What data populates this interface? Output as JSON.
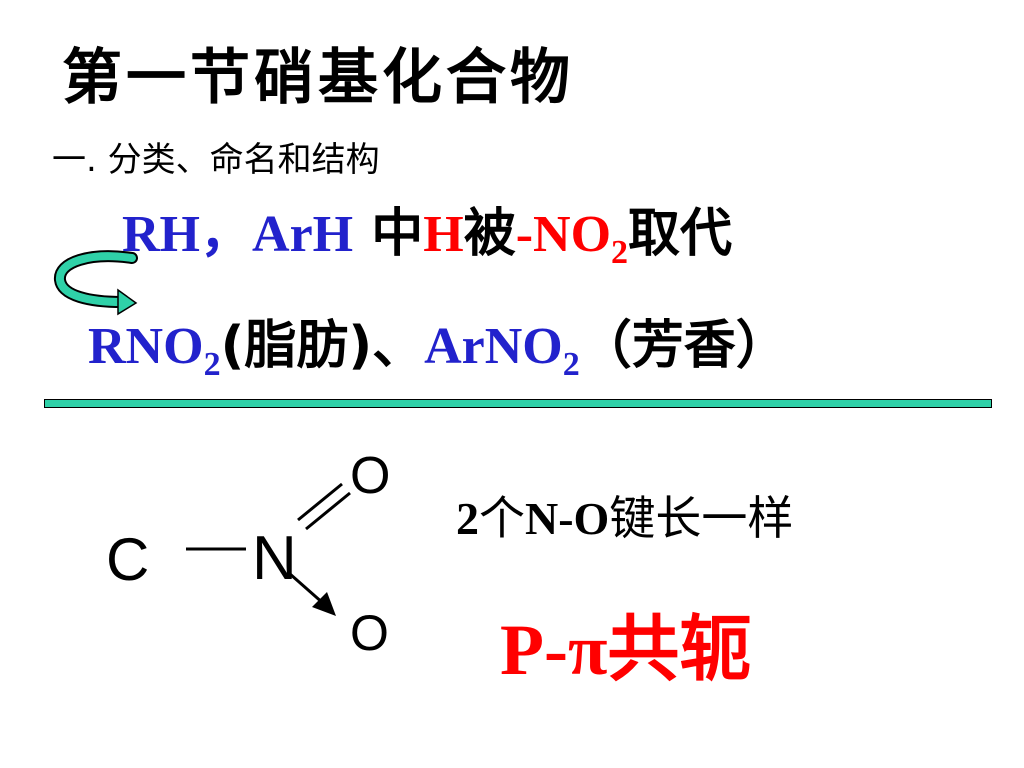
{
  "slide": {
    "title": "第一节硝基化合物",
    "subtitle": "一. 分类、命名和结构",
    "line1": {
      "rh": "RH，",
      "arh": "ArH",
      "zhong": "中",
      "h": "H",
      "bei": "被",
      "no2_prefix": "-NO",
      "no2_sub": "2",
      "replace": "取代"
    },
    "line2": {
      "rno": "RNO",
      "rno_sub": "2",
      "aliphatic": "(脂肪)、",
      "arno": "ArNO",
      "arno_sub": "2",
      "aromatic": "（芳香）"
    },
    "structure": {
      "c": "C",
      "n": "N",
      "o_top": "O",
      "o_bottom": "O"
    },
    "note": {
      "prefix": "2",
      "mid1": "个",
      "bond": "N-O",
      "suffix": "键长一样"
    },
    "conjugation": {
      "latin": "P-π",
      "cn": "共轭"
    },
    "colors": {
      "blue": "#2222cc",
      "red": "#ff0000",
      "accent": "#2fd1a8"
    }
  }
}
